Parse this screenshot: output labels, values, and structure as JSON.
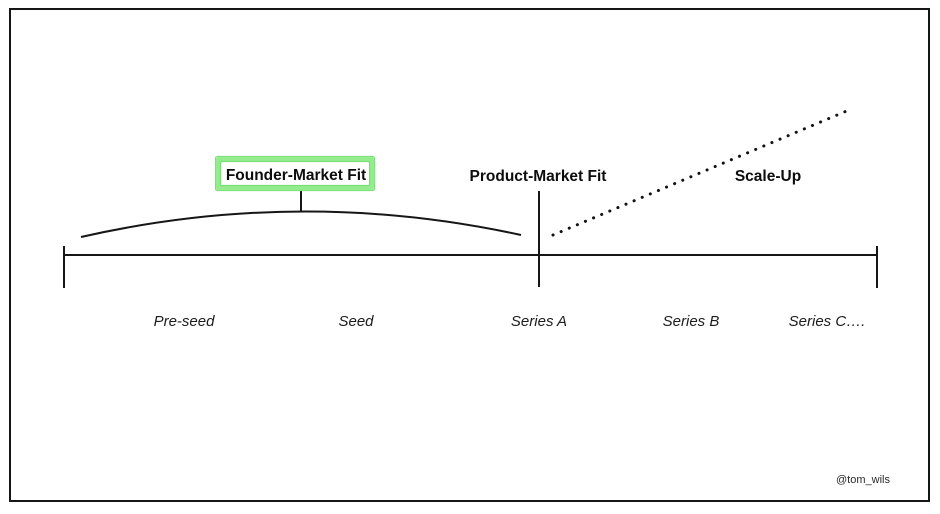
{
  "diagram": {
    "annotations": {
      "founder_market_fit": "Founder-Market Fit",
      "product_market_fit": "Product-Market Fit",
      "scale_up": "Scale-Up"
    },
    "stages": [
      {
        "label": "Pre-seed"
      },
      {
        "label": "Seed"
      },
      {
        "label": "Series A"
      },
      {
        "label": "Series B"
      },
      {
        "label": "Series C…."
      }
    ],
    "watermark": "@tom_wils",
    "colors": {
      "line": "#161616",
      "text": "#0d0d0d",
      "highlight_green": "#94ec8e",
      "highlight_green_edge": "#79df75",
      "background": "#ffffff"
    }
  }
}
